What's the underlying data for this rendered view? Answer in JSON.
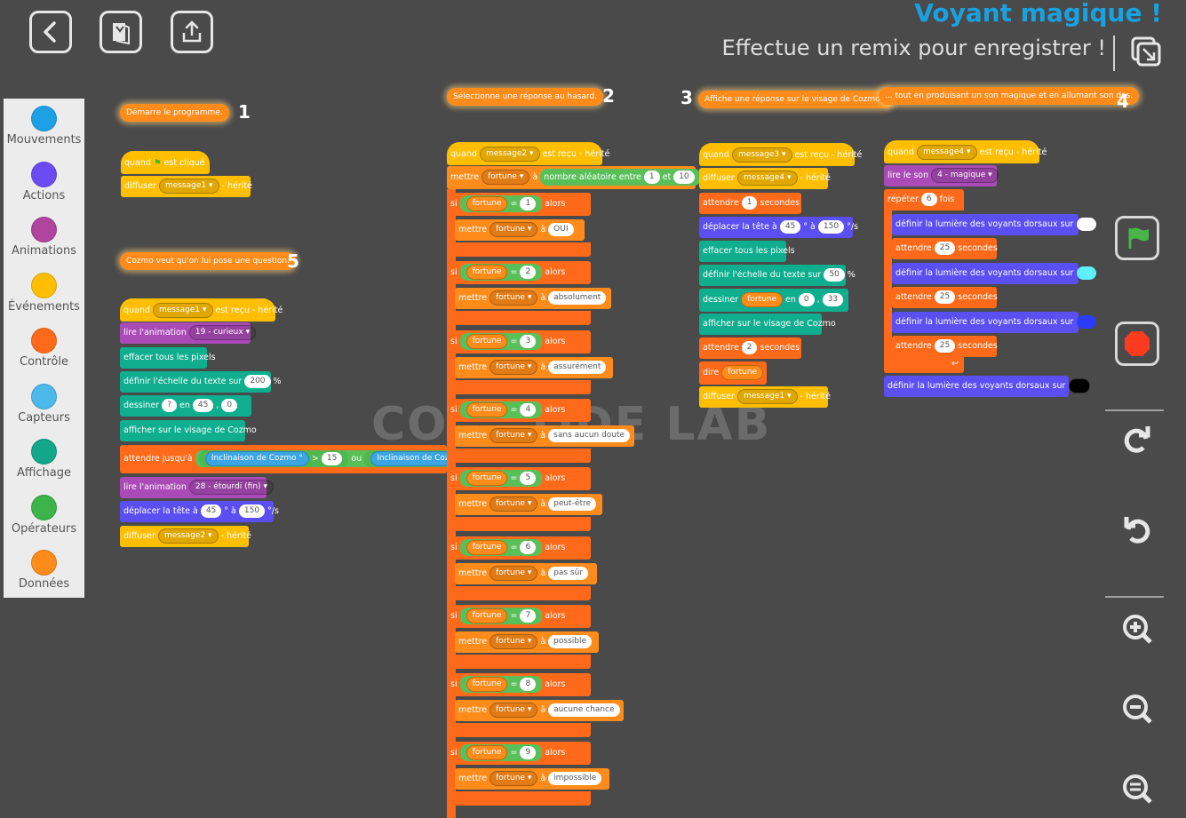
{
  "header": {
    "title": "Voyant magique !",
    "subtitle": "Effectue un remix pour enregistrer !"
  },
  "palette": [
    {
      "label": "Mouvements",
      "color": "#1ea0e6"
    },
    {
      "label": "Actions",
      "color": "#6b4cf2"
    },
    {
      "label": "Animations",
      "color": "#b0449e"
    },
    {
      "label": "Événements",
      "color": "#ffbf00"
    },
    {
      "label": "Contrôle",
      "color": "#ff6a1a"
    },
    {
      "label": "Capteurs",
      "color": "#4db8ea"
    },
    {
      "label": "Affichage",
      "color": "#12a68a"
    },
    {
      "label": "Opérateurs",
      "color": "#3cb44a"
    },
    {
      "label": "Données",
      "color": "#ff8c1a"
    }
  ],
  "watermark": {
    "left": "CO",
    "right": "ODE LAB"
  },
  "notes": {
    "n1": "Démarre le programme.",
    "n2": "Sélectionne une réponse au hasard.",
    "n3": "Affiche une réponse sur le visage de Cozmo...",
    "n4": "... tout en produisant un son magique et en allumant son dos.",
    "n5": "Cozmo veut qu'on lui pose une question."
  },
  "note_numbers": {
    "n1": "1",
    "n2": "2",
    "n3": "3",
    "n4": "4",
    "n5": "5"
  },
  "words": {
    "when": "quand",
    "clicked": "est cliqué",
    "broadcast": "diffuser",
    "inherited": "- hérité",
    "received": "est reçu - hérité",
    "set": "mettre",
    "to": "à",
    "random": "nombre aléatoire entre",
    "and": "et",
    "if": "si",
    "then": "alors",
    "eq": "=",
    "wait": "attendre",
    "seconds": "secondes",
    "move_head": "déplacer la tête à",
    "deg_at": "° à",
    "deg_s": "°/s",
    "clear": "effacer tous les pixels",
    "clear_caps": "effacer tous les pixels",
    "text_scale": "définir l'échelle du texte sur",
    "pct": "%",
    "draw": "dessiner",
    "at": "en",
    "comma": ",",
    "show": "afficher sur le visage de Cozmo",
    "say": "dire",
    "play_sound": "lire le son",
    "repeat": "répéter",
    "times": "fois",
    "backlight": "définir la lumière des voyants dorsaux sur",
    "play_anim": "lire l'animation",
    "wait_until": "attendre jusqu'à",
    "gt": ">",
    "or": "ou"
  },
  "vars": {
    "message1": "message1",
    "message2": "message2",
    "message3": "message3",
    "message4": "message4",
    "fortune": "fortune"
  },
  "values": {
    "rand_min": "1",
    "rand_max": "10",
    "wait1": "1",
    "head1": "45",
    "speed1": "150",
    "scale1": "50",
    "draw_x1": "0",
    "draw_y1": "33",
    "wait2": "2",
    "sound": "4 - magique",
    "repeat_n": "6",
    "wait_light": "25",
    "anim1": "19 - curieux",
    "scale2": "200",
    "draw_char": "?",
    "draw_x2": "45",
    "draw_y2": "0",
    "sensor1": "Inclinaison de Cozmo °",
    "threshold": "15",
    "sensor2": "Inclinaison de Coz",
    "anim2": "28 - étourdi (fin)",
    "head2": "45",
    "speed2": "150"
  },
  "fortunes": [
    {
      "n": "1",
      "answer": "OUI"
    },
    {
      "n": "2",
      "answer": "absolument"
    },
    {
      "n": "3",
      "answer": "assurément"
    },
    {
      "n": "4",
      "answer": "sans aucun doute"
    },
    {
      "n": "5",
      "answer": "peut-être"
    },
    {
      "n": "6",
      "answer": "pas sûr"
    },
    {
      "n": "7",
      "answer": "possible"
    },
    {
      "n": "8",
      "answer": "aucune chance"
    },
    {
      "n": "9",
      "answer": "impossible"
    }
  ],
  "light_colors": [
    "#ffffff",
    "#5ff0ff",
    "#2b3cff",
    "#000000"
  ]
}
